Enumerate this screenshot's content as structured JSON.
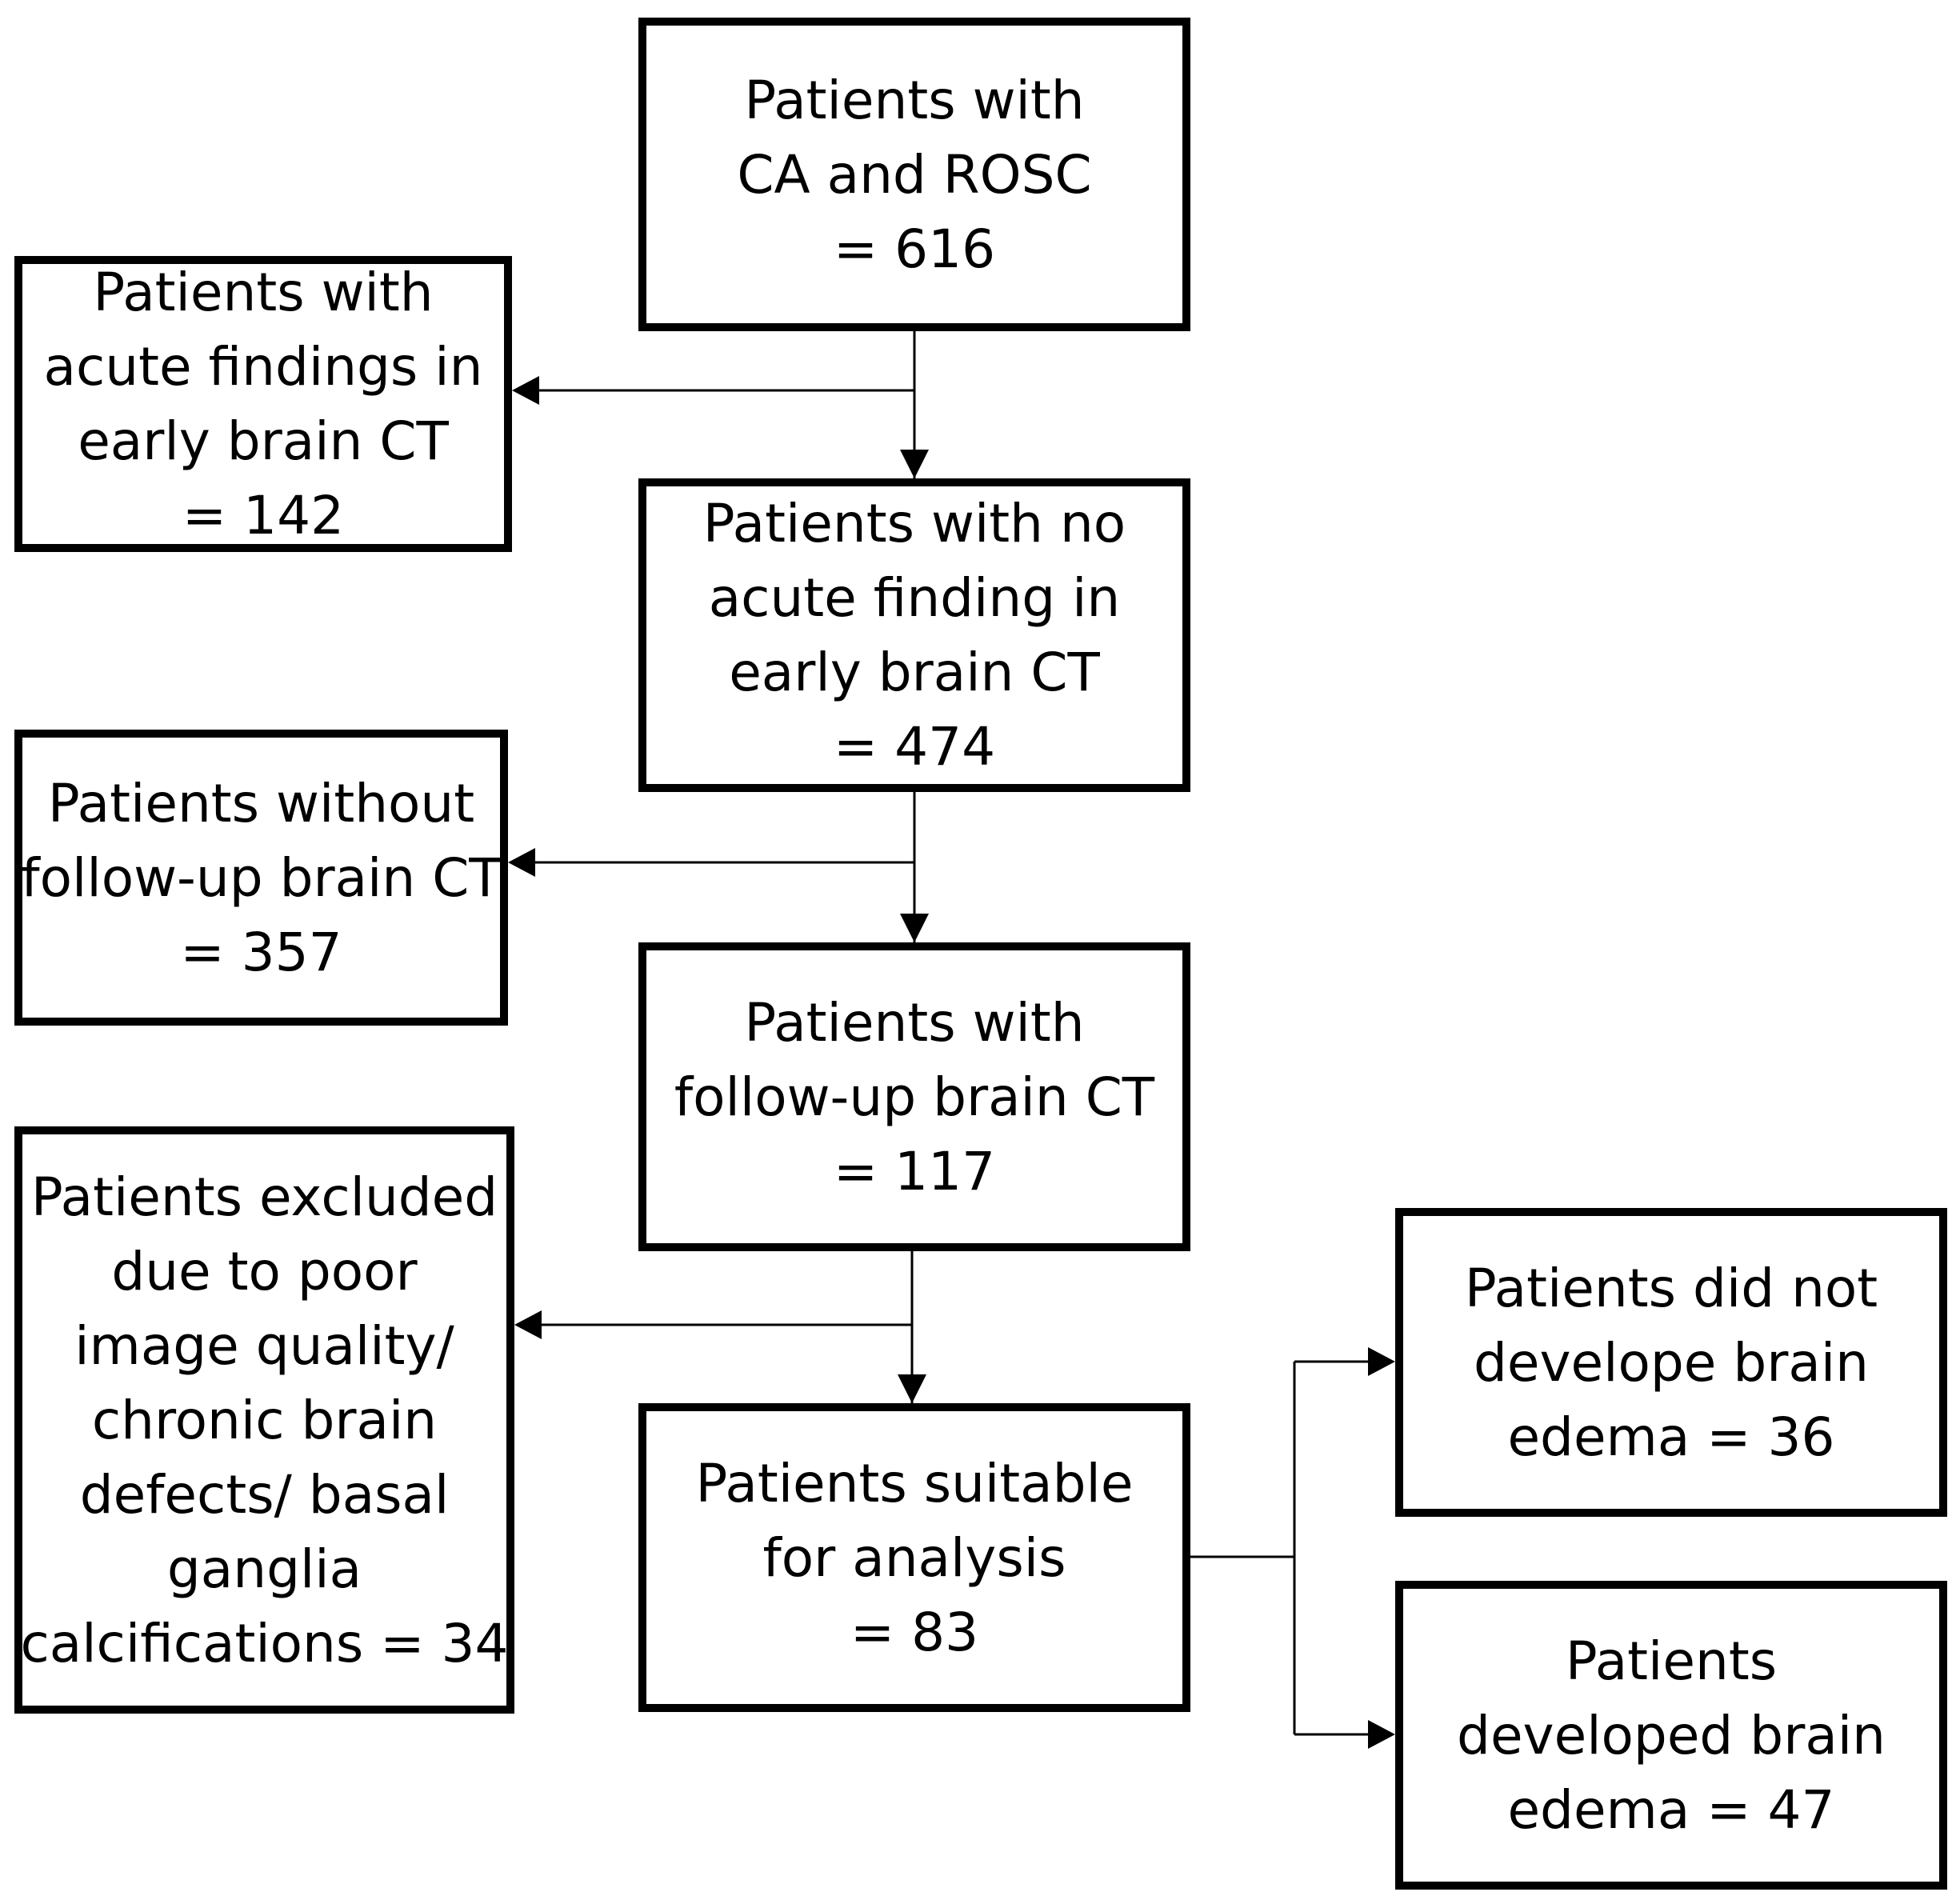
{
  "diagram": {
    "nodes": [
      {
        "id": "box-ca-rosc",
        "lines": [
          "Patients with",
          "CA and ROSC",
          "= 616"
        ]
      },
      {
        "id": "box-acute-findings",
        "lines": [
          "Patients with",
          "acute findings in",
          "early brain CT",
          "= 142"
        ]
      },
      {
        "id": "box-no-acute",
        "lines": [
          "Patients with no",
          "acute finding in",
          "early brain CT",
          "= 474"
        ]
      },
      {
        "id": "box-without-followup",
        "lines": [
          "Patients without",
          "follow-up brain CT",
          "= 357"
        ]
      },
      {
        "id": "box-with-followup",
        "lines": [
          "Patients with",
          "follow-up brain CT",
          "= 117"
        ]
      },
      {
        "id": "box-excluded",
        "lines": [
          "Patients excluded",
          "due to poor",
          "image quality/",
          "chronic brain",
          "defects/ basal",
          "ganglia",
          "calcifications = 34"
        ]
      },
      {
        "id": "box-suitable",
        "lines": [
          "Patients suitable",
          "for analysis",
          "= 83"
        ]
      },
      {
        "id": "box-no-edema",
        "lines": [
          "Patients did not",
          "develope brain",
          "edema = 36"
        ]
      },
      {
        "id": "box-edema",
        "lines": [
          "Patients",
          "developed brain",
          "edema = 47"
        ]
      }
    ],
    "edges": [
      {
        "from": "box-ca-rosc",
        "to": "box-no-acute"
      },
      {
        "from": "box-ca-rosc",
        "to": "box-acute-findings"
      },
      {
        "from": "box-no-acute",
        "to": "box-with-followup"
      },
      {
        "from": "box-no-acute",
        "to": "box-without-followup"
      },
      {
        "from": "box-with-followup",
        "to": "box-suitable"
      },
      {
        "from": "box-with-followup",
        "to": "box-excluded"
      },
      {
        "from": "box-suitable",
        "to": "box-no-edema"
      },
      {
        "from": "box-suitable",
        "to": "box-edema"
      }
    ],
    "colors": {
      "line": "#000000",
      "border": "#000000",
      "background": "#ffffff"
    }
  }
}
